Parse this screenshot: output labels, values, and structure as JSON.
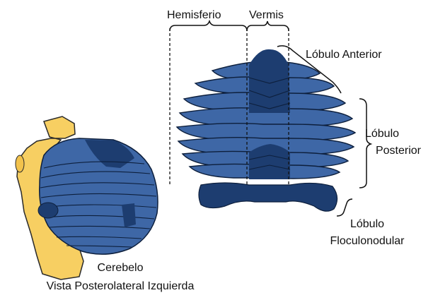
{
  "labels": {
    "hemisphere": "Hemisferio",
    "vermis": "Vermis",
    "anterior_lobe": "Lóbulo Anterior",
    "posterior_lobe_line1": "Lóbulo",
    "posterior_lobe_line2": "Posterior",
    "flocculonodular_line1": "Lóbulo",
    "flocculonodular_line2": "Floculonodular",
    "caption_line1": "Cerebelo",
    "caption_line2": "Vista Posterolateral Izquierda"
  },
  "colors": {
    "cerebellum_blue": "#3e67a6",
    "vermis_dark": "#1d3d70",
    "outline": "#0d1f3c",
    "brainstem_yellow": "#f7cf62",
    "brainstem_outline": "#2a2a2a",
    "bracket": "#111111"
  }
}
